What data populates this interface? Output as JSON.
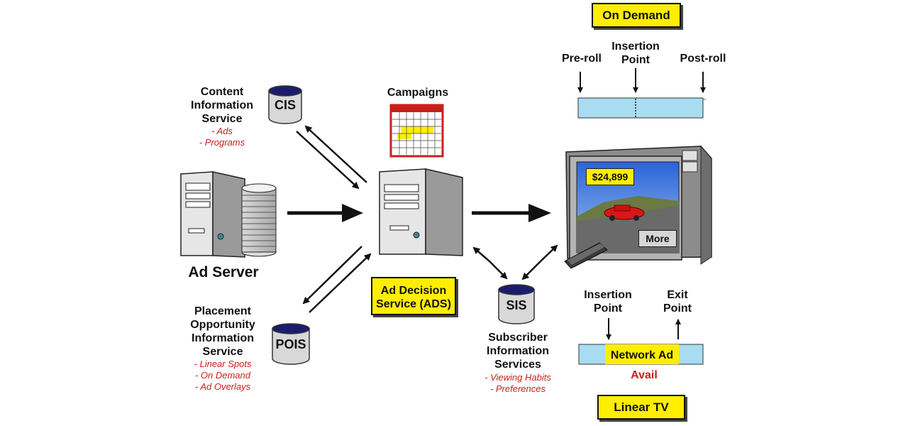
{
  "on_demand": {
    "title": "On Demand",
    "pre_roll": "Pre-roll",
    "insertion_point": "Insertion Point",
    "post_roll": "Post-roll"
  },
  "campaigns": {
    "title": "Campaigns"
  },
  "cis": {
    "db_label": "CIS",
    "title": "Content Information Service",
    "items": [
      "- Ads",
      "- Programs"
    ]
  },
  "ad_server": {
    "title": "Ad Server"
  },
  "ads": {
    "title": "Ad Decision Service (ADS)"
  },
  "pois": {
    "db_label": "POIS",
    "title": "Placement Opportunity Information Service",
    "items": [
      "- Linear Spots",
      "- On Demand",
      "- Ad Overlays"
    ]
  },
  "sis": {
    "db_label": "SIS",
    "title": "Subscriber Information Services",
    "items": [
      "- Viewing Habits",
      "- Preferences"
    ]
  },
  "tv": {
    "price": "$24,899",
    "more_button": "More"
  },
  "linear": {
    "insertion_point": "Insertion Point",
    "exit_point": "Exit Point",
    "network_ad": "Network Ad",
    "avail": "Avail",
    "title": "Linear TV"
  },
  "colors": {
    "yellow": "#ffee00",
    "bar_blue": "#a8dcf0",
    "red_text": "#c8201c",
    "db_top": "#1c1c6e"
  }
}
